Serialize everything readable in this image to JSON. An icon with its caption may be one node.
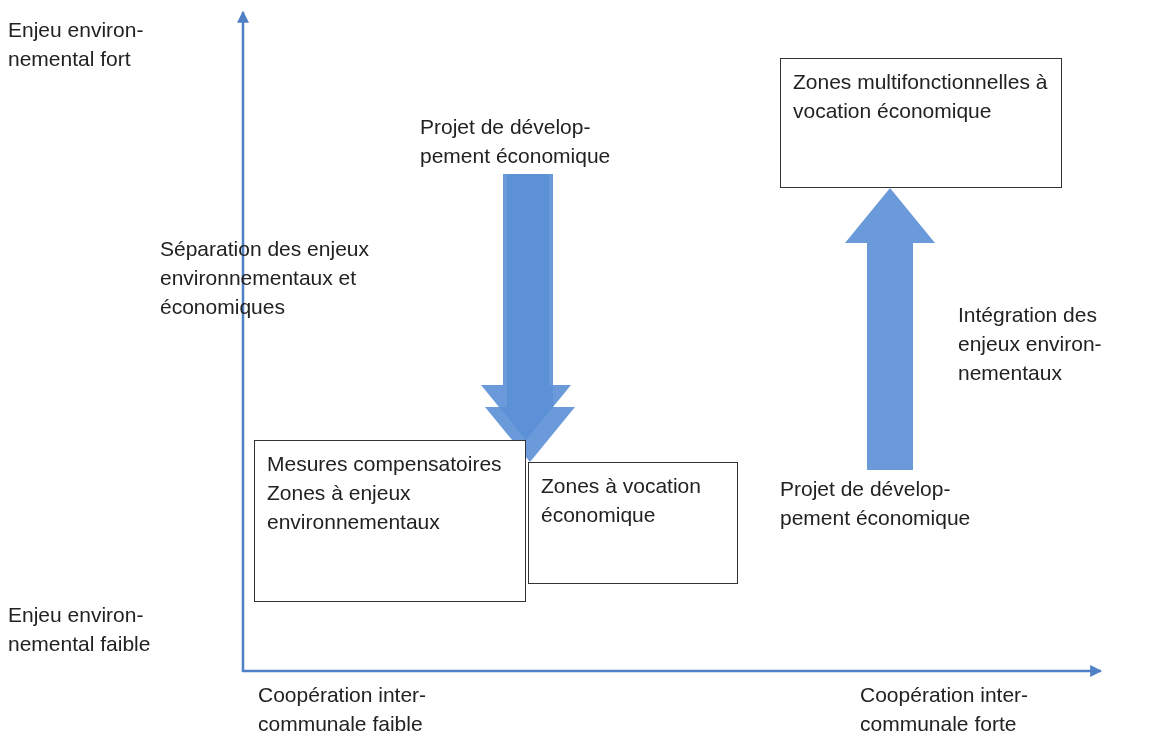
{
  "diagram": {
    "nodes": [
      {
        "text": [
          "Projet de dévelop- pement économique"
        ]
      },
      {
        "text": [
          "Mesures compensatoires",
          "Zones à enjeux environnementaux"
        ]
      },
      {
        "text": [
          "Zones à vocation économique"
        ]
      },
      {
        "text": [
          "Projet de dévelop- pement économique"
        ]
      },
      {
        "text": [
          "Zones multifonctionnelles à vocation économique"
        ]
      }
    ],
    "edges": [
      {
        "from": 0,
        "to": 1,
        "arrow": "to",
        "style": "thick"
      },
      {
        "from": 0,
        "to": 2,
        "arrow": "to",
        "style": "thick"
      },
      {
        "from": 3,
        "to": 4,
        "arrow": "to",
        "style": "thick"
      }
    ],
    "labels": [
      "Enjeu environ- nemental fort",
      "Séparation des enjeux environnementaux et économiques",
      "Intégration des enjeux environ- nementaux",
      "Enjeu environ- nemental faible",
      "Coopération inter- communale faible",
      "Coopération inter- communale forte"
    ]
  }
}
